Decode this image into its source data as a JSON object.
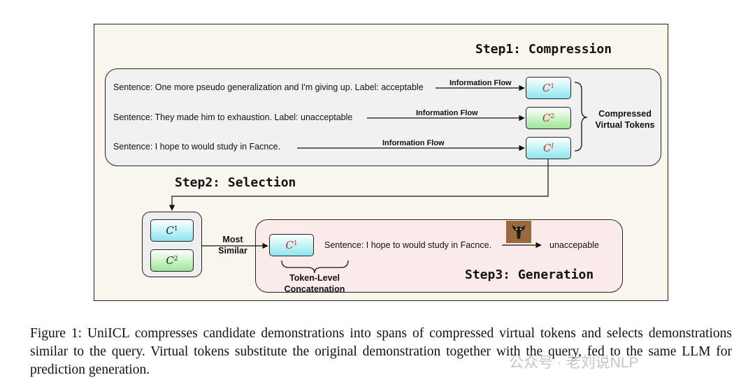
{
  "step1": {
    "title": "Step1: Compression",
    "sentences": [
      "Sentence: One more pseudo generalization and I'm giving up. Label: acceptable",
      "Sentence: They made him to exhaustion. Label: unacceptable",
      "Sentence: I hope to would study in Facnce."
    ],
    "flow_label": "Information Flow",
    "tokens": [
      {
        "base": "C",
        "sup": "1"
      },
      {
        "base": "C",
        "sup": "2"
      },
      {
        "base": "C",
        "sup": "I"
      }
    ],
    "brace_label_line1": "Compressed",
    "brace_label_line2": "Virtual Tokens"
  },
  "step2": {
    "title": "Step2: Selection",
    "tokens": [
      {
        "base": "C",
        "sup": "1"
      },
      {
        "base": "C",
        "sup": "2"
      }
    ],
    "most_similar_line1": "Most",
    "most_similar_line2": "Similar"
  },
  "step3": {
    "title": "Step3: Generation",
    "token": {
      "base": "C",
      "sup": "1"
    },
    "sentence": "Sentence: I hope to would study in Facnce.",
    "output": "unaccepable",
    "concat_line1": "Token-Level",
    "concat_line2": "Concatenation"
  },
  "caption": "Figure 1: UniICL compresses candidate demonstrations into spans of compressed virtual tokens and selects demonstrations similar to the query. Virtual tokens substitute the original demonstration together with the query, fed to the same LLM for prediction generation.",
  "watermark": "公众号 · 老刘说NLP",
  "colors": {
    "token_cyan": "#8ee4ee",
    "token_green": "#9fe49a",
    "token_text_red": "#d42a2a",
    "step1_panel": "#f1f1f1",
    "step3_panel": "#fbeceb",
    "figure_background": "#f9f7ee"
  },
  "icons": {
    "llm": "llm-logo-icon"
  }
}
